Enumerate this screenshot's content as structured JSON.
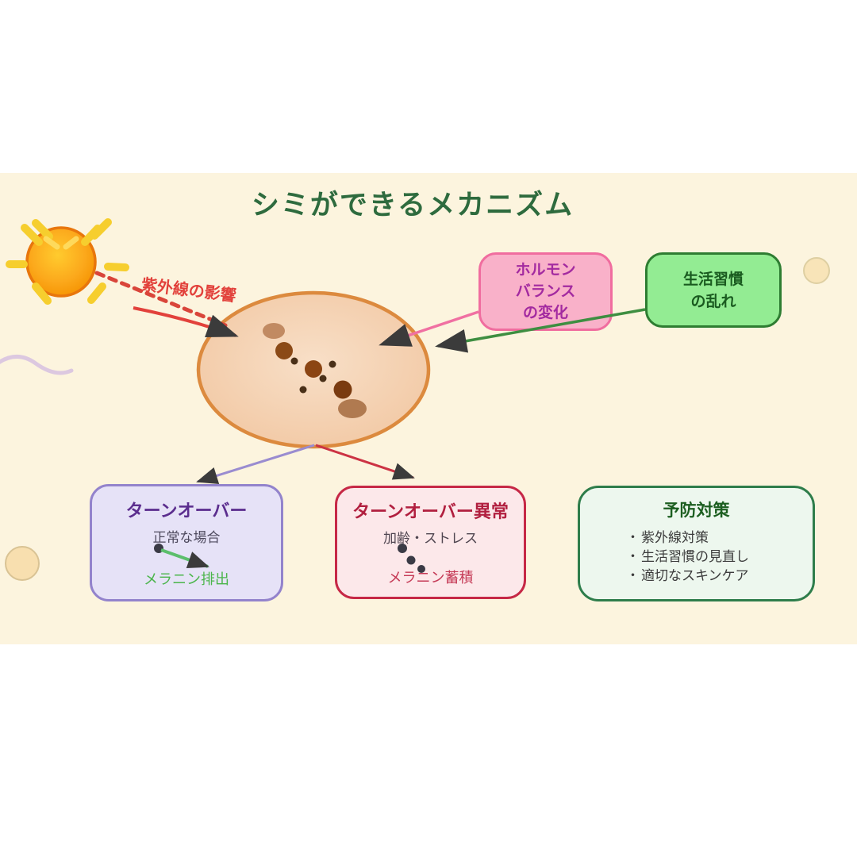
{
  "title": "シミができるメカニズム",
  "uv_label": "紫外線の影響",
  "boxes": {
    "hormone": {
      "lines": [
        "ホルモン",
        "バランス",
        "の変化"
      ]
    },
    "lifestyle": {
      "lines": [
        "生活習慣",
        "の乱れ"
      ]
    },
    "turnover_normal": {
      "title": "ターンオーバー",
      "subtitle": "正常な場合",
      "caption": "メラニン排出"
    },
    "turnover_abnormal": {
      "title": "ターンオーバー異常",
      "subtitle": "加齢・ストレス",
      "caption": "メラニン蓄積"
    },
    "prevention": {
      "title": "予防対策",
      "bullet": "・",
      "items": [
        "紫外線対策",
        "生活習慣の見直し",
        "適切なスキンケア"
      ]
    }
  },
  "colors": {
    "background_band": "#FCF4DE",
    "title_green": "#2E6B3E",
    "uv_red": "#E2413B",
    "hormone_fill": "#F9B1C9",
    "hormone_border": "#F06D9F",
    "hormone_text": "#A32AA0",
    "lifestyle_fill": "#93EC93",
    "lifestyle_border": "#2E7D32",
    "turnover_fill": "#E6E2F7",
    "turnover_border": "#9383CC",
    "abnormal_fill": "#FCE8EA",
    "abnormal_border": "#C62846",
    "prevention_fill": "#EDF7EE",
    "prevention_border": "#2E7D4B",
    "cell_fill": "#F6D7BA",
    "cell_border": "#DC8A3E",
    "arrowhead": "#3B3B3B",
    "melanin_green": "#5CBE6C"
  }
}
